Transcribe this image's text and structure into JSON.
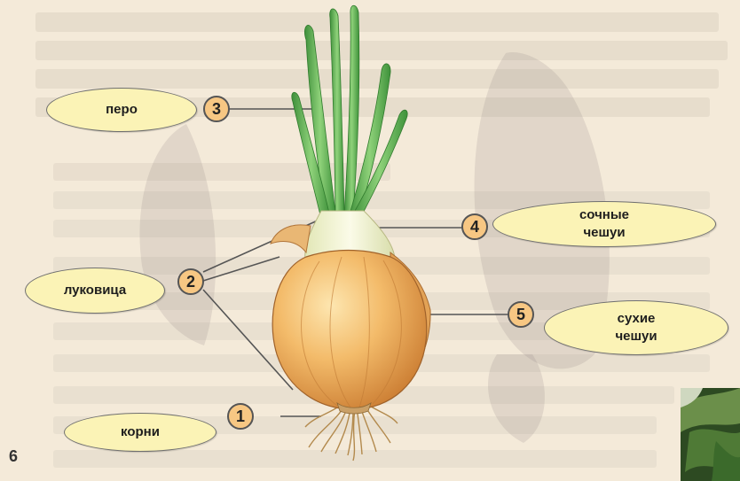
{
  "diagram": {
    "labels": {
      "pero": "перо",
      "lukovitsa": "луковица",
      "korni": "корни",
      "sochnye": "сочные\nчешуи",
      "sukhie": "сухие\nчешуи"
    },
    "numbers": {
      "n1": "1",
      "n2": "2",
      "n3": "3",
      "n4": "4",
      "n5": "5"
    },
    "page_number": "6"
  },
  "colors": {
    "background": "#f4ead9",
    "label_fill": "#fbf3b6",
    "number_fill": "#f7c783",
    "leader_line": "#555555",
    "bulb": "#e6a04e",
    "leaves": "#5fae4e"
  }
}
